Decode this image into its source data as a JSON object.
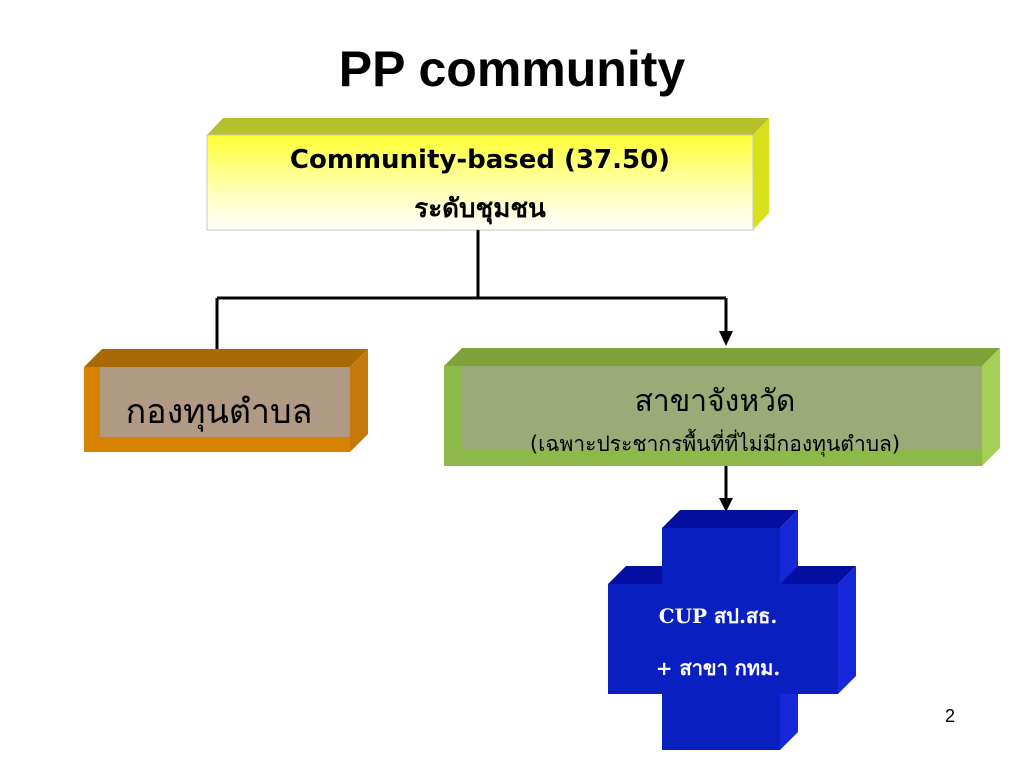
{
  "slide": {
    "title": "PP community",
    "page_number": "2"
  },
  "top_box": {
    "line1": "Community-based (37.50)",
    "line2": "ระดับชุมชน"
  },
  "left_box": {
    "label": "กองทุนตำบล"
  },
  "right_box": {
    "line1": "สาขาจังหวัด",
    "line2": "(เฉพาะประชากรพื้นที่ที่ไม่มีกองทุนตำบล)"
  },
  "cross": {
    "line1": "CUP สป.สธ.",
    "line2": "+ สาขา กทม."
  },
  "colors": {
    "top_box": "#ffff66",
    "left_box": "#b09a84",
    "left_frame": "#d98200",
    "right_box": "#9aab78",
    "right_frame": "#8db84a",
    "cross": "#0a1fbf"
  }
}
